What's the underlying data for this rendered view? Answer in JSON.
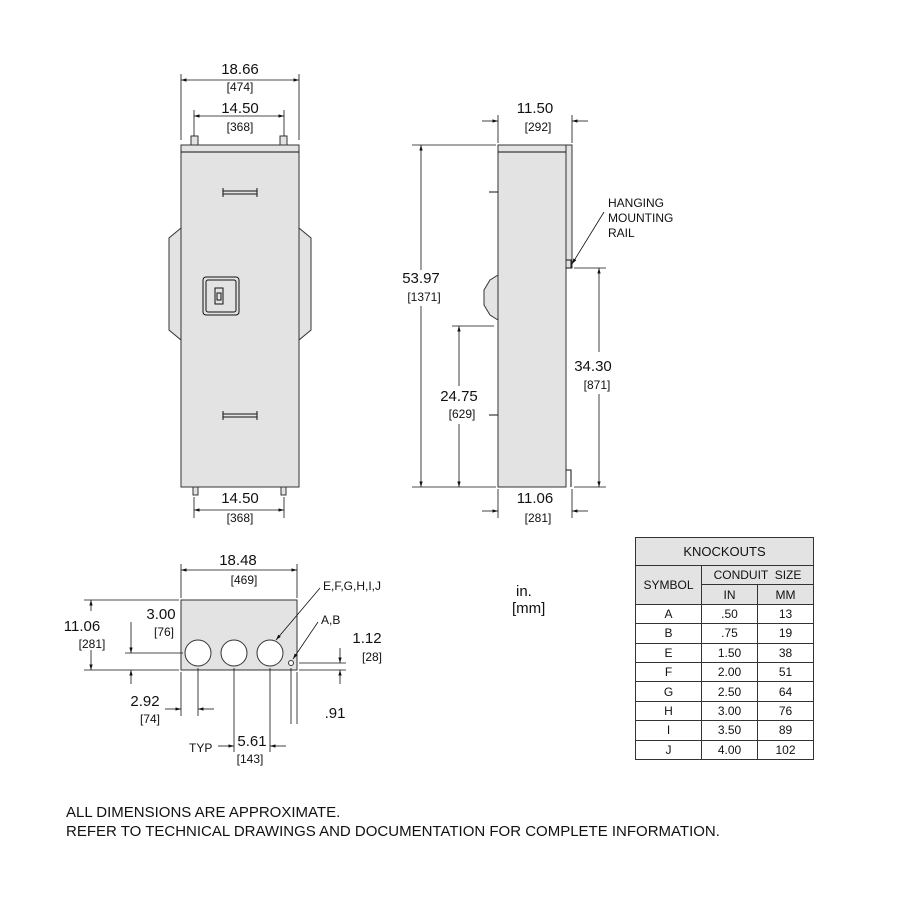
{
  "front_view": {
    "top_width_in": "18.66",
    "top_width_mm": "[474]",
    "mount_width_in": "14.50",
    "mount_width_mm": "[368]",
    "bottom_width_in": "14.50",
    "bottom_width_mm": "[368]"
  },
  "side_view": {
    "depth_in": "11.50",
    "depth_mm": "[292]",
    "height_in": "53.97",
    "height_mm": "[1371]",
    "handle_height_in": "24.75",
    "handle_height_mm": "[629]",
    "rail_height_in": "34.30",
    "rail_height_mm": "[871]",
    "bottom_depth_in": "11.06",
    "bottom_depth_mm": "[281]",
    "rail_callout": [
      "HANGING",
      "MOUNTING",
      "RAIL"
    ]
  },
  "bottom_view": {
    "width_in": "18.48",
    "width_mm": "[469]",
    "depth_in": "11.06",
    "depth_mm": "[281]",
    "ko_center_in": "3.00",
    "ko_center_mm": "[76]",
    "ko_offset_in": "2.92",
    "ko_offset_mm": "[74]",
    "ko_spacing_in": "5.61",
    "ko_spacing_mm": "[143]",
    "ko_spacing_note": "TYP",
    "small_ko_in": "1.12",
    "small_ko_mm": "[28]",
    "small_ko_offset": ".91",
    "large_ko_callout": "E,F,G,H,I,J",
    "small_ko_callout": "A,B"
  },
  "units": {
    "inch": "in.",
    "mm": "[mm]"
  },
  "knockouts_table": {
    "title": "KNOCKOUTS",
    "symbol_header": "SYMBOL",
    "conduit_header": "CONDUIT  SIZE",
    "in_header": "IN",
    "mm_header": "MM",
    "rows": [
      {
        "symbol": "A",
        "in": ".50",
        "mm": "13"
      },
      {
        "symbol": "B",
        "in": ".75",
        "mm": "19"
      },
      {
        "symbol": "E",
        "in": "1.50",
        "mm": "38"
      },
      {
        "symbol": "F",
        "in": "2.00",
        "mm": "51"
      },
      {
        "symbol": "G",
        "in": "2.50",
        "mm": "64"
      },
      {
        "symbol": "H",
        "in": "3.00",
        "mm": "76"
      },
      {
        "symbol": "I",
        "in": "3.50",
        "mm": "89"
      },
      {
        "symbol": "J",
        "in": "4.00",
        "mm": "102"
      }
    ]
  },
  "notes": [
    "ALL DIMENSIONS ARE APPROXIMATE.",
    "REFER TO TECHNICAL DRAWINGS AND DOCUMENTATION FOR COMPLETE INFORMATION."
  ]
}
